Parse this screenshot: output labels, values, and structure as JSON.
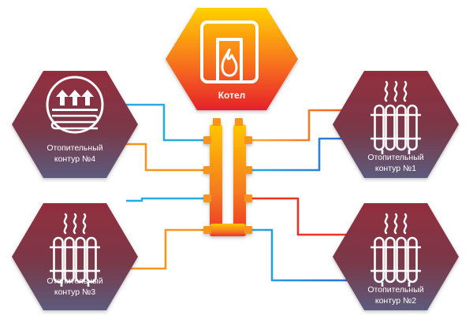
{
  "boiler": {
    "label": "Котел",
    "icon": "boiler-flame-icon"
  },
  "circuits": {
    "c1": {
      "line1": "Отопительный",
      "line2": "контур  №1",
      "icon": "radiator-icon"
    },
    "c2": {
      "line1": "Отопительный",
      "line2": "контур  №2",
      "icon": "radiator-icon"
    },
    "c3": {
      "line1": "Отопительный",
      "line2": "контур  №3",
      "icon": "radiator-icon"
    },
    "c4": {
      "line1": "Отопительный",
      "line2": "контур  №4",
      "icon": "floor-heating-icon"
    }
  },
  "colors": {
    "hot_pipe": "#F7941D",
    "cold_pipe": "#29ABE2",
    "boiler_top": "#FFD200",
    "boiler_bottom": "#E5202B",
    "circuit_top": "#8F2F3F",
    "circuit_bottom": "#5B5B7B",
    "manifold_top": "#FFC600",
    "manifold_bottom": "#EE3124"
  }
}
